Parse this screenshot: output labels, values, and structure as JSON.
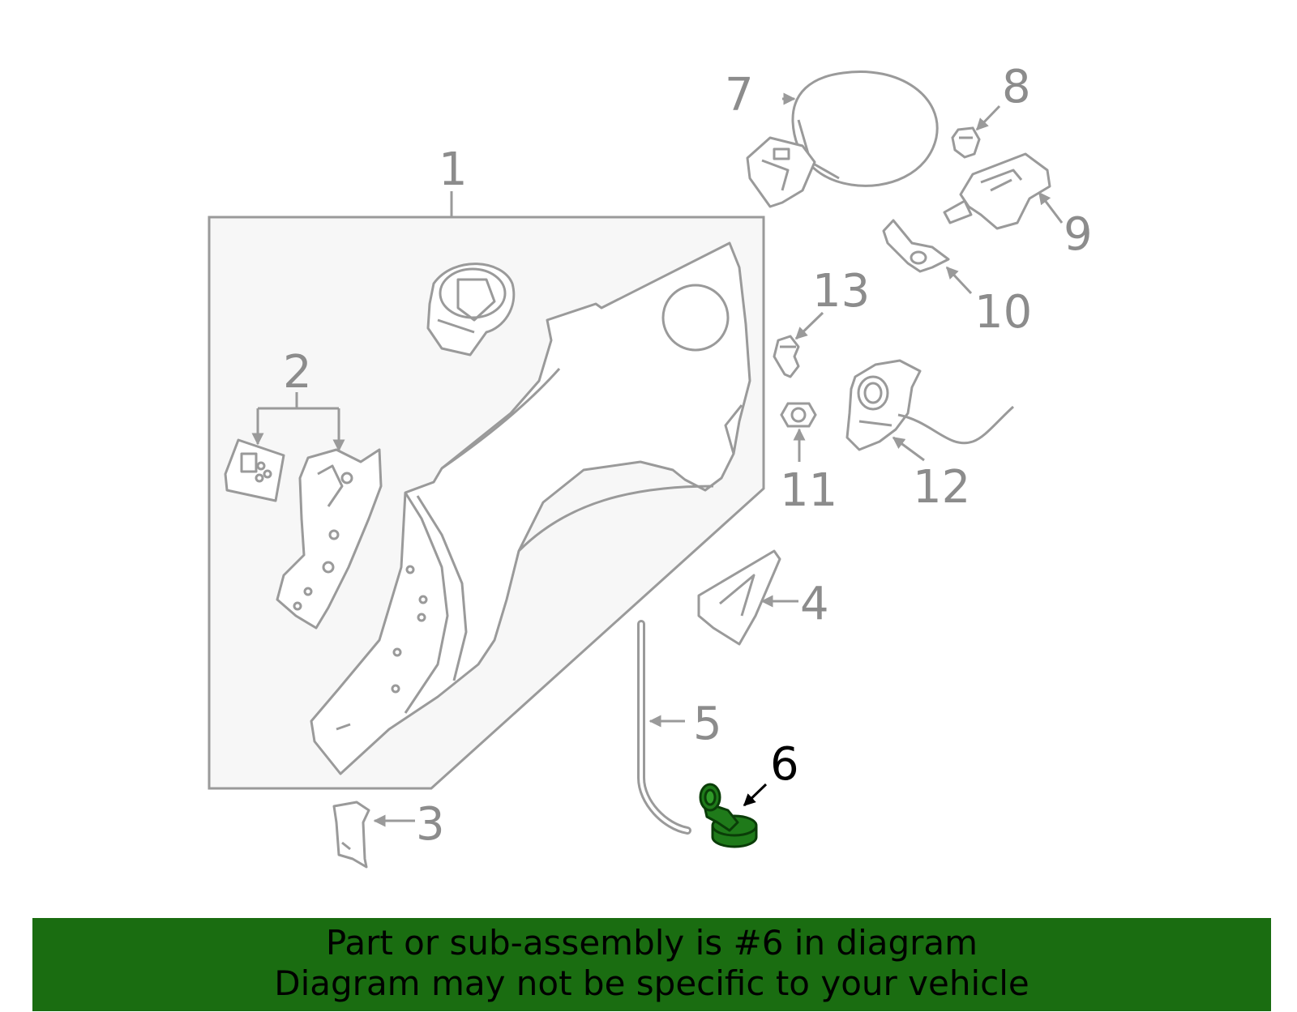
{
  "diagram": {
    "callouts": [
      {
        "id": "1",
        "label": "1",
        "highlighted": false
      },
      {
        "id": "2",
        "label": "2",
        "highlighted": false
      },
      {
        "id": "3",
        "label": "3",
        "highlighted": false
      },
      {
        "id": "4",
        "label": "4",
        "highlighted": false
      },
      {
        "id": "5",
        "label": "5",
        "highlighted": false
      },
      {
        "id": "6",
        "label": "6",
        "highlighted": true
      },
      {
        "id": "7",
        "label": "7",
        "highlighted": false
      },
      {
        "id": "8",
        "label": "8",
        "highlighted": false
      },
      {
        "id": "9",
        "label": "9",
        "highlighted": false
      },
      {
        "id": "10",
        "label": "10",
        "highlighted": false
      },
      {
        "id": "11",
        "label": "11",
        "highlighted": false
      },
      {
        "id": "12",
        "label": "12",
        "highlighted": false
      },
      {
        "id": "13",
        "label": "13",
        "highlighted": false
      }
    ],
    "highlighted_part": "6"
  },
  "banner": {
    "line1": "Part or sub-assembly is #6 in diagram",
    "line2": "Diagram may not be specific to your vehicle"
  },
  "colors": {
    "line_art": "#9a9a9a",
    "panel_fill": "#f7f7f7",
    "highlight_fill": "#1f7a1a",
    "highlight_stroke": "#0a3d08",
    "banner_background": "#1a6d11",
    "banner_text": "#000000"
  }
}
